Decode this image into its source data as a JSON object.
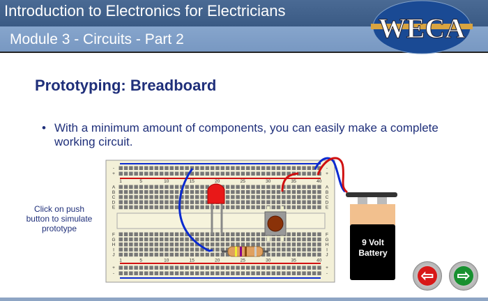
{
  "header": {
    "course_title": "Introduction to Electronics for Electricians",
    "module_title": "Module 3 - Circuits - Part 2",
    "logo_text": "WECA"
  },
  "slide": {
    "title": "Prototyping: Breadboard",
    "bullet": "With a minimum amount of components, you can easily make a complete working circuit.",
    "hint": "Click on push button to simulate prototype"
  },
  "breadboard": {
    "column_labels": [
      "1",
      "5",
      "10",
      "15",
      "20",
      "25",
      "30",
      "35",
      "40"
    ],
    "rows_top": [
      "A",
      "B",
      "C",
      "D",
      "E"
    ],
    "rows_bottom": [
      "F",
      "G",
      "H",
      "I",
      "J"
    ],
    "rail_minus": "-",
    "rail_plus": "+"
  },
  "battery": {
    "label_line1": "9 Volt",
    "label_line2": "Battery"
  },
  "nav": {
    "back_icon": "left-arrow-icon",
    "next_icon": "right-arrow-icon",
    "back_glyph": "⇦",
    "next_glyph": "⇨"
  },
  "colors": {
    "accent": "#1f2f7a",
    "header_dark": "#3f5f8a",
    "header_light": "#7f9fc8"
  }
}
